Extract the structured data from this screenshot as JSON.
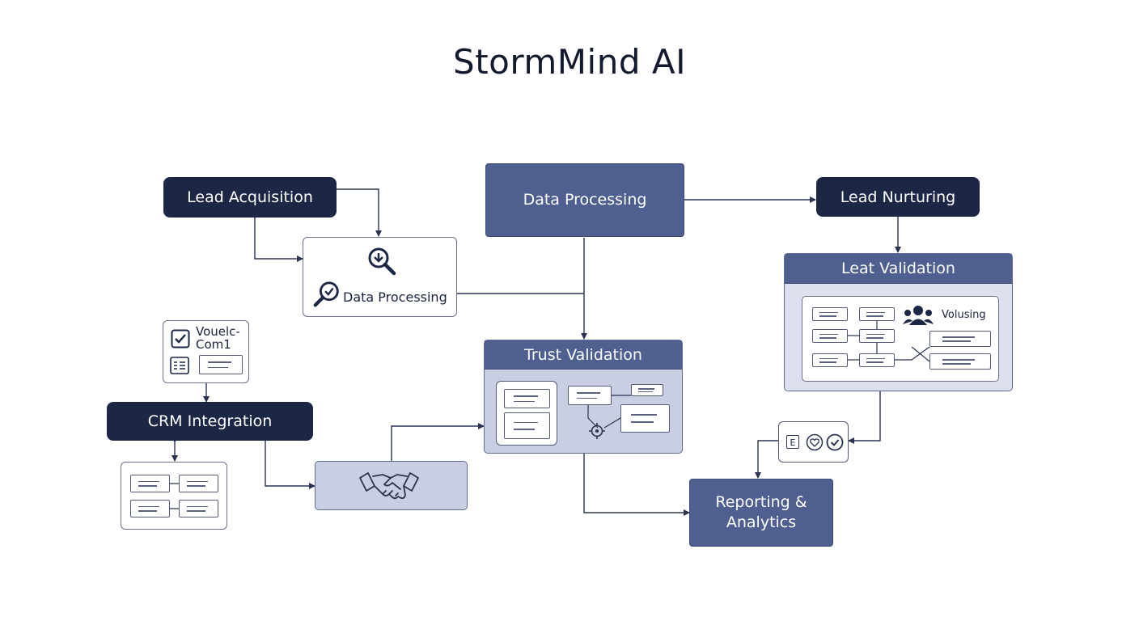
{
  "title": "StormMind AI",
  "nodes": {
    "lead_acquisition": "Lead Acquisition",
    "data_processing_main": "Data Processing",
    "lead_nurturing": "Lead Nurturing",
    "data_processing_card": "Data Processing",
    "leat_validation": "Leat Validation",
    "volusing": "Volusing",
    "vouelc_line1": "Vouelc-",
    "vouelc_line2": "Com1",
    "crm_integration": "CRM Integration",
    "trust_validation": "Trust Validation",
    "reporting_line1": "Reporting &",
    "reporting_line2": "Analytics",
    "status_letter": "E"
  },
  "icons": [
    "search-check-icon",
    "checkbox-icon",
    "list-icon",
    "people-icon",
    "handshake-icon",
    "gear-icon",
    "heart-icon",
    "check-circle-icon"
  ],
  "colors": {
    "dark_node": "#1c2645",
    "mid_node": "#4f5f8f",
    "light_node": "#c9cee3",
    "line": "#2b3350"
  }
}
